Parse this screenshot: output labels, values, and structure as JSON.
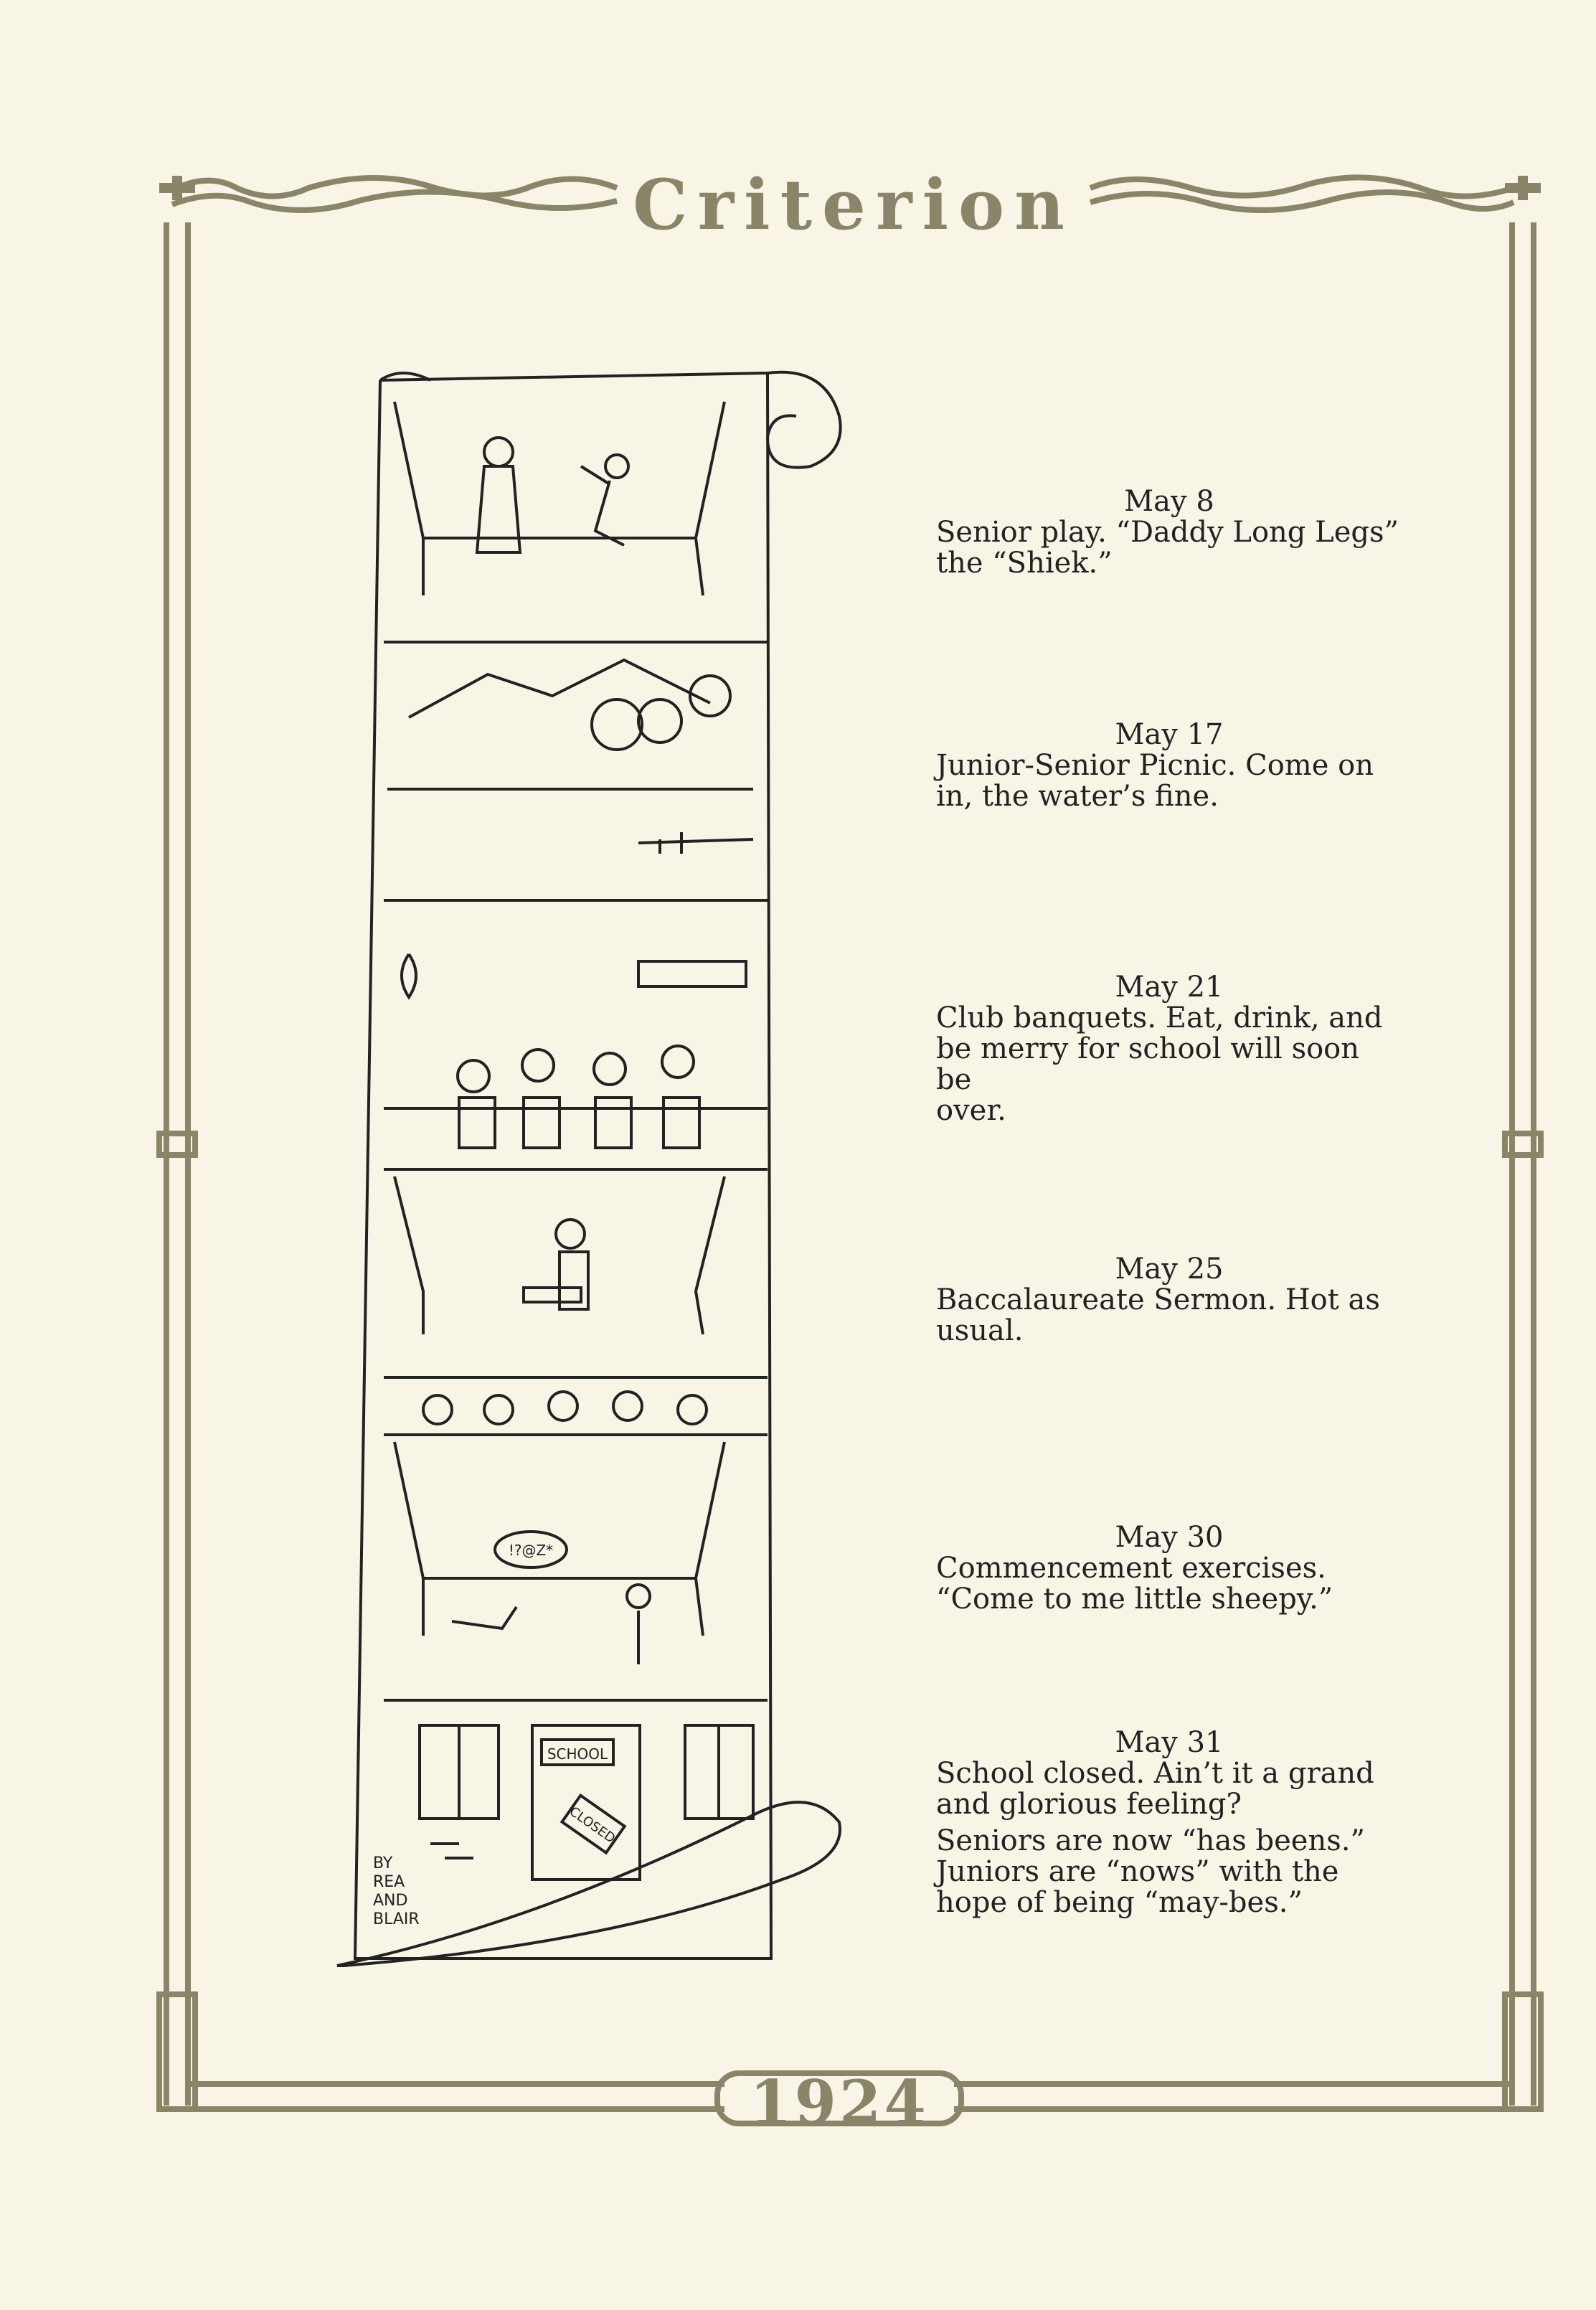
{
  "header": {
    "masthead": "Criterion"
  },
  "footer": {
    "year": "1924"
  },
  "colors": {
    "border": "#8a8468",
    "paper": "#f8f4e6",
    "ink": "#222222"
  },
  "entries": [
    {
      "date": "May 8",
      "lines": [
        "Senior play. “Daddy Long Legs”",
        "the “Shiek.”"
      ]
    },
    {
      "date": "May 17",
      "lines": [
        "Junior-Senior Picnic.  Come on",
        "in, the water’s fine."
      ]
    },
    {
      "date": "May 21",
      "lines": [
        "Club banquets.  Eat, drink, and",
        "be merry for school will soon be",
        "over."
      ]
    },
    {
      "date": "May 25",
      "lines": [
        "Baccalaureate Sermon.  Hot as",
        "usual."
      ]
    },
    {
      "date": "May 30",
      "lines": [
        "Commencement exercises.",
        "“Come to me little sheepy.”"
      ]
    },
    {
      "date": "May 31",
      "lines": [
        "School closed.  Ain’t it a grand",
        "and glorious feeling?"
      ],
      "extra": [
        "Seniors are now “has beens.”",
        "Juniors are “nows” with the",
        "hope of being “may-bes.”"
      ]
    }
  ],
  "illustration": {
    "signs": {
      "school": "SCHOOL",
      "closed": "CLOSED",
      "exclaim": "!?@Z*"
    },
    "artist_credit": {
      "by": "BY",
      "name1": "REA",
      "and": "AND",
      "name2": "BLAIR"
    }
  }
}
